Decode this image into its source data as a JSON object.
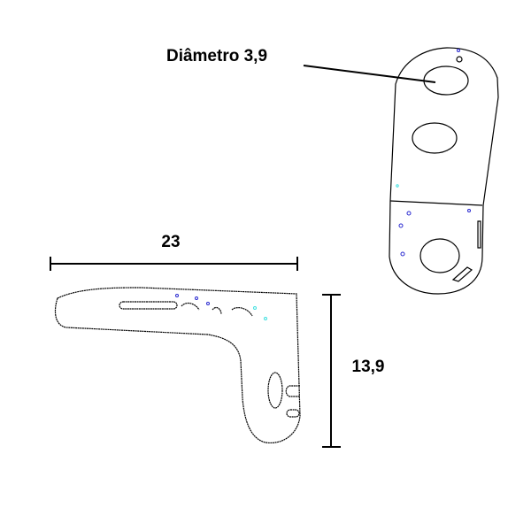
{
  "labels": {
    "diameter": "Diâmetro 3,9",
    "width_dim": "23",
    "height_dim": "13,9"
  },
  "colors": {
    "stroke": "#000000",
    "speckle_blue": "#2a2ad0",
    "speckle_cyan": "#40e0e0"
  }
}
